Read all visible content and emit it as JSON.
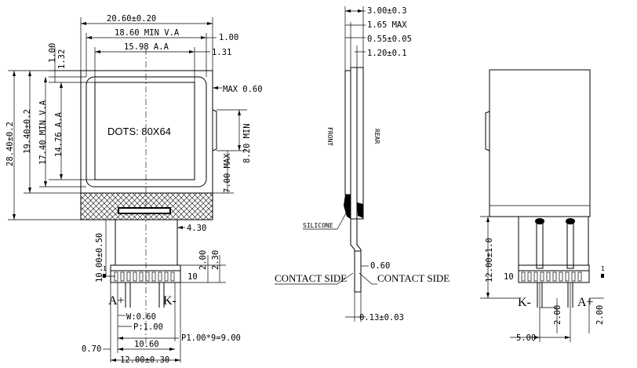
{
  "front_view": {
    "outline_width": "20.60±0.20",
    "va_width": "18.60 MIN V.A",
    "aa_width": "15.98 A.A",
    "right_margin_1": "1.00",
    "right_margin_2": "1.31",
    "left_top_1": "1.00",
    "left_top_2": "1.32",
    "outline_height": "28.40±0.2",
    "glass_height": "19.40±0.2",
    "va_height": "17.40 MIN V.A",
    "aa_height": "14.76 A.A",
    "max_060": "MAX 0.60",
    "min_820": "8.20 MIN",
    "max_700": "7.00 MAX",
    "dots": "DOTS: 80X64",
    "fpc_offset": "4.30",
    "fpc_length": "10.00±0.50",
    "pin_h1": "2.00",
    "pin_h2": "2.30",
    "pin_first": "1",
    "pin_last": "10",
    "a_plus": "A+",
    "k_minus": "K-",
    "pin_width": "W:0.60",
    "pitch": "P:1.00",
    "pitch_total": "P1.00*9=9.00",
    "edge": "0.70",
    "pin_span": "10.60",
    "fpc_width": "12.00±0.30"
  },
  "side_view": {
    "thick_total": "3.00±0.3",
    "max_165": "1.65 MAX",
    "t_055": "0.55±0.05",
    "t_120": "1.20±0.1",
    "front": "FRONT",
    "rear": "REAR",
    "silicone": "SILICONE",
    "t_060": "0.60",
    "contact_left": "CONTACT SIDE",
    "contact_right": "CONTACT SIDE",
    "t_013": "0.13±0.03"
  },
  "back_view": {
    "lead_length": "12.00±1.0",
    "pin_last": "10",
    "pin_first": "1",
    "k_minus": "K-",
    "a_plus": "A+",
    "pin_off_1": "2.00",
    "pin_off_2": "2.00",
    "pin_gap": "5.00"
  }
}
